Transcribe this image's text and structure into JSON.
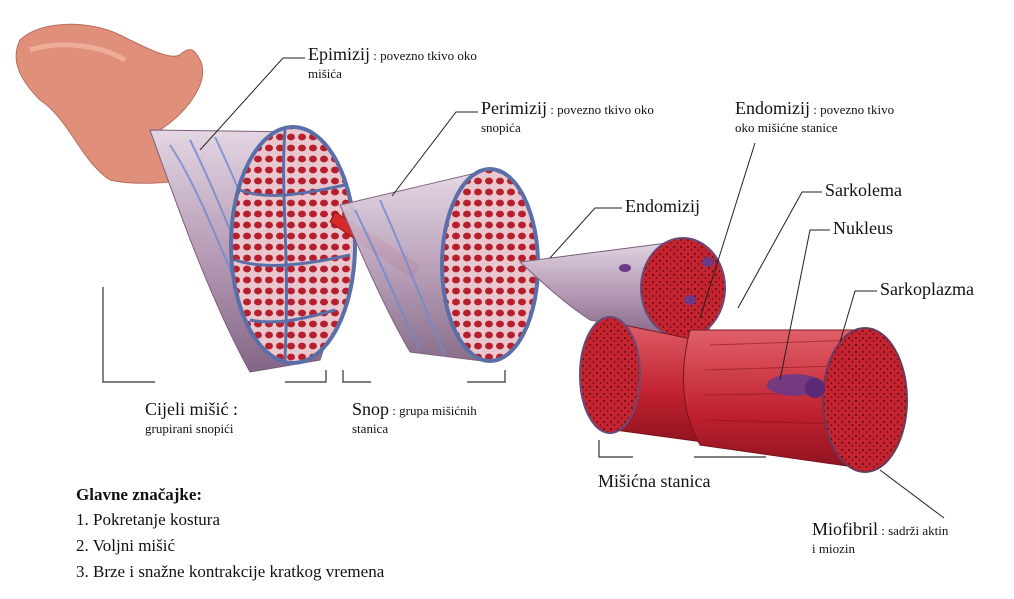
{
  "labels": {
    "epimizij": {
      "term": "Epimizij",
      "desc": " : povezno tkivo oko",
      "desc2": "mišića"
    },
    "perimizij": {
      "term": "Perimizij",
      "desc": " : povezno tkivo oko",
      "desc2": "snopića"
    },
    "endomizij_top": {
      "term": "Endomizij",
      "desc": " : povezno tkivo",
      "desc2": "oko mišićne stanice"
    },
    "endomizij": "Endomizij",
    "sarkolema": "Sarkolema",
    "nukleus": "Nukleus",
    "sarkoplazma": "Sarkoplazma",
    "cijeli_misic": {
      "term": "Cijeli mišić",
      "desc": " :",
      "desc2": "grupirani snopići"
    },
    "snop": {
      "term": "Snop",
      "desc": " : grupa mišićnih",
      "desc2": "stanica"
    },
    "misicna_stanica": "Mišićna stanica",
    "miofibril": {
      "term": "Miofibril",
      "desc": " : sadrži aktin",
      "desc2": "i miozin"
    }
  },
  "features": {
    "title": "Glavne značajke:",
    "items": [
      "1. Pokretanje kostura",
      "2. Voljni mišić",
      "3. Brze i snažne kontrakcije kratkog vremena"
    ]
  },
  "colors": {
    "bone": "#e0907a",
    "sheath": "#c9b2c6",
    "sheath_dark": "#8f7593",
    "fascicle": "#b8202e",
    "fascicle_light": "#d9505a",
    "septum": "#5a6fa8",
    "nucleus": "#6b3a86"
  }
}
